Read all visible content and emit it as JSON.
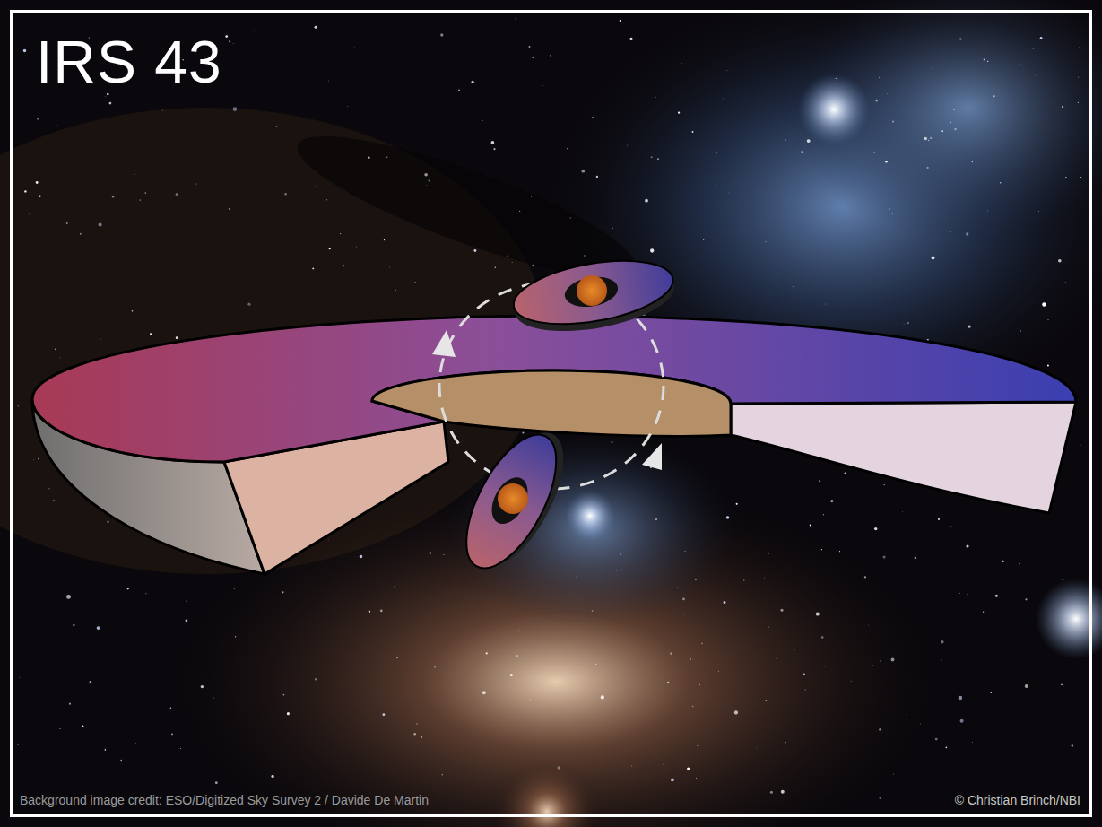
{
  "diagram": {
    "title": "IRS 43",
    "labels": [
      "Background image credit: ESO/Digitized Sky Survey 2 / Davide De Martin",
      "© Christian Brinch/NBI"
    ]
  }
}
